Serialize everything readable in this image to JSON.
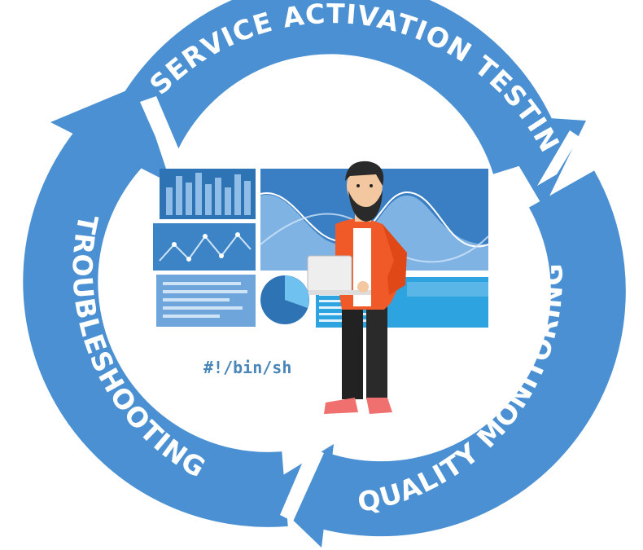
{
  "cycle": {
    "stages": [
      {
        "label": "SERVICE ACTIVATION TESTING"
      },
      {
        "label": "QUALITY MONITORING"
      },
      {
        "label": "TROUBLESHOOTING"
      }
    ]
  },
  "illustration": {
    "code_text": "#!/bin/sh"
  },
  "colors": {
    "ring": "#4a90d2",
    "dashboard_dark": "#2e74b5",
    "dashboard_mid": "#5c9ad6",
    "dashboard_light": "#a9cdee",
    "jacket": "#f05a28",
    "code": "#4a86b8"
  },
  "icons": [
    "cycle-arrow-icon",
    "bar-chart-icon",
    "line-chart-icon",
    "pie-chart-icon",
    "laptop-icon"
  ]
}
